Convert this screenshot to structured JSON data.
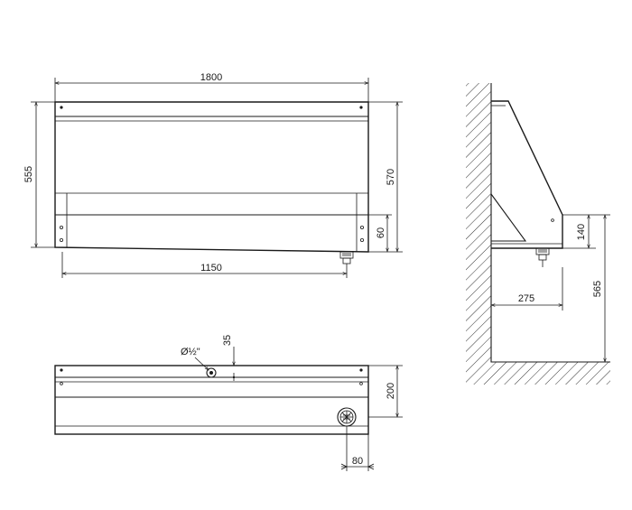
{
  "dimensions": {
    "front_width": "1800",
    "front_height_left": "555",
    "front_height_right": "570",
    "front_bottom_offset": "60",
    "drain_distance": "1150",
    "side_depth": "275",
    "side_trough_height": "140",
    "side_mount_height": "565",
    "top_inlet_label": "Ø½\"",
    "top_inlet_offset": "35",
    "top_depth": "200",
    "top_drain_offset": "80"
  },
  "colors": {
    "line": "#1a1a1a",
    "hatch": "#1a1a1a",
    "background": "#ffffff"
  }
}
